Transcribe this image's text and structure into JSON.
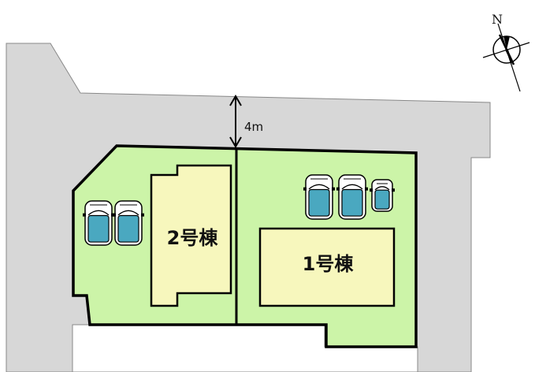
{
  "colors": {
    "road": "#d7d7d7",
    "lot": "#ccf4a8",
    "building": "#f7f7bd",
    "car_body": "#4aa8c0",
    "outline": "#000000"
  },
  "compass": {
    "north_label": "N",
    "icon": "compass-rose-icon"
  },
  "road": {
    "width_label": "4m"
  },
  "lots": [
    {
      "building_label": "2号棟",
      "parking_spaces": 2
    },
    {
      "building_label": "1号棟",
      "parking_spaces": 3
    }
  ]
}
